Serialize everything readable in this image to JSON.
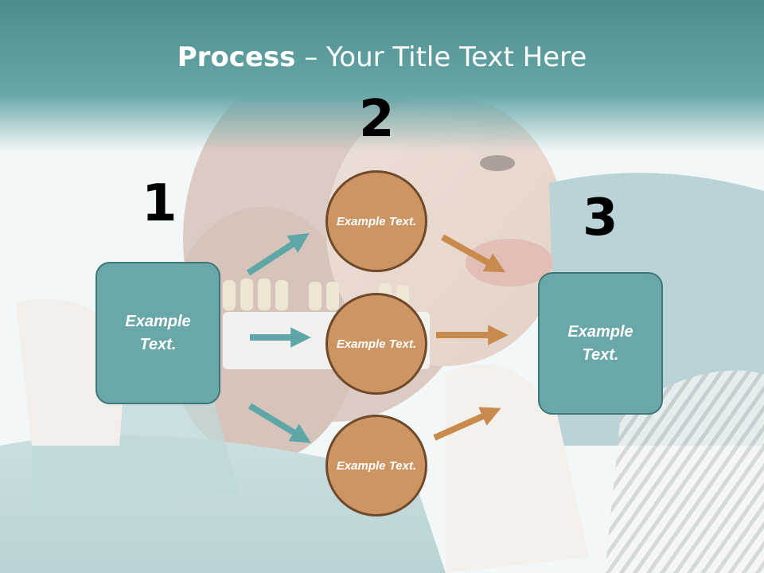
{
  "slide": {
    "title_bold": "Process",
    "title_rest": " – Your Title Text Here"
  },
  "steps": {
    "one": {
      "number": "1",
      "text": "Example Text."
    },
    "two": {
      "number": "2",
      "text": "Example Text."
    },
    "three": {
      "number": "3",
      "text": "Example Text."
    }
  },
  "middle_nodes": [
    {
      "text": "Example Text."
    },
    {
      "text": "Example Text."
    },
    {
      "text": "Example Text."
    }
  ],
  "colors": {
    "teal_box": "#6aa7a8",
    "teal_arrow": "#5fa6a6",
    "orange_circle": "#cc9563",
    "orange_arrow": "#c98a4e",
    "header_band": "#4f8c8d"
  }
}
